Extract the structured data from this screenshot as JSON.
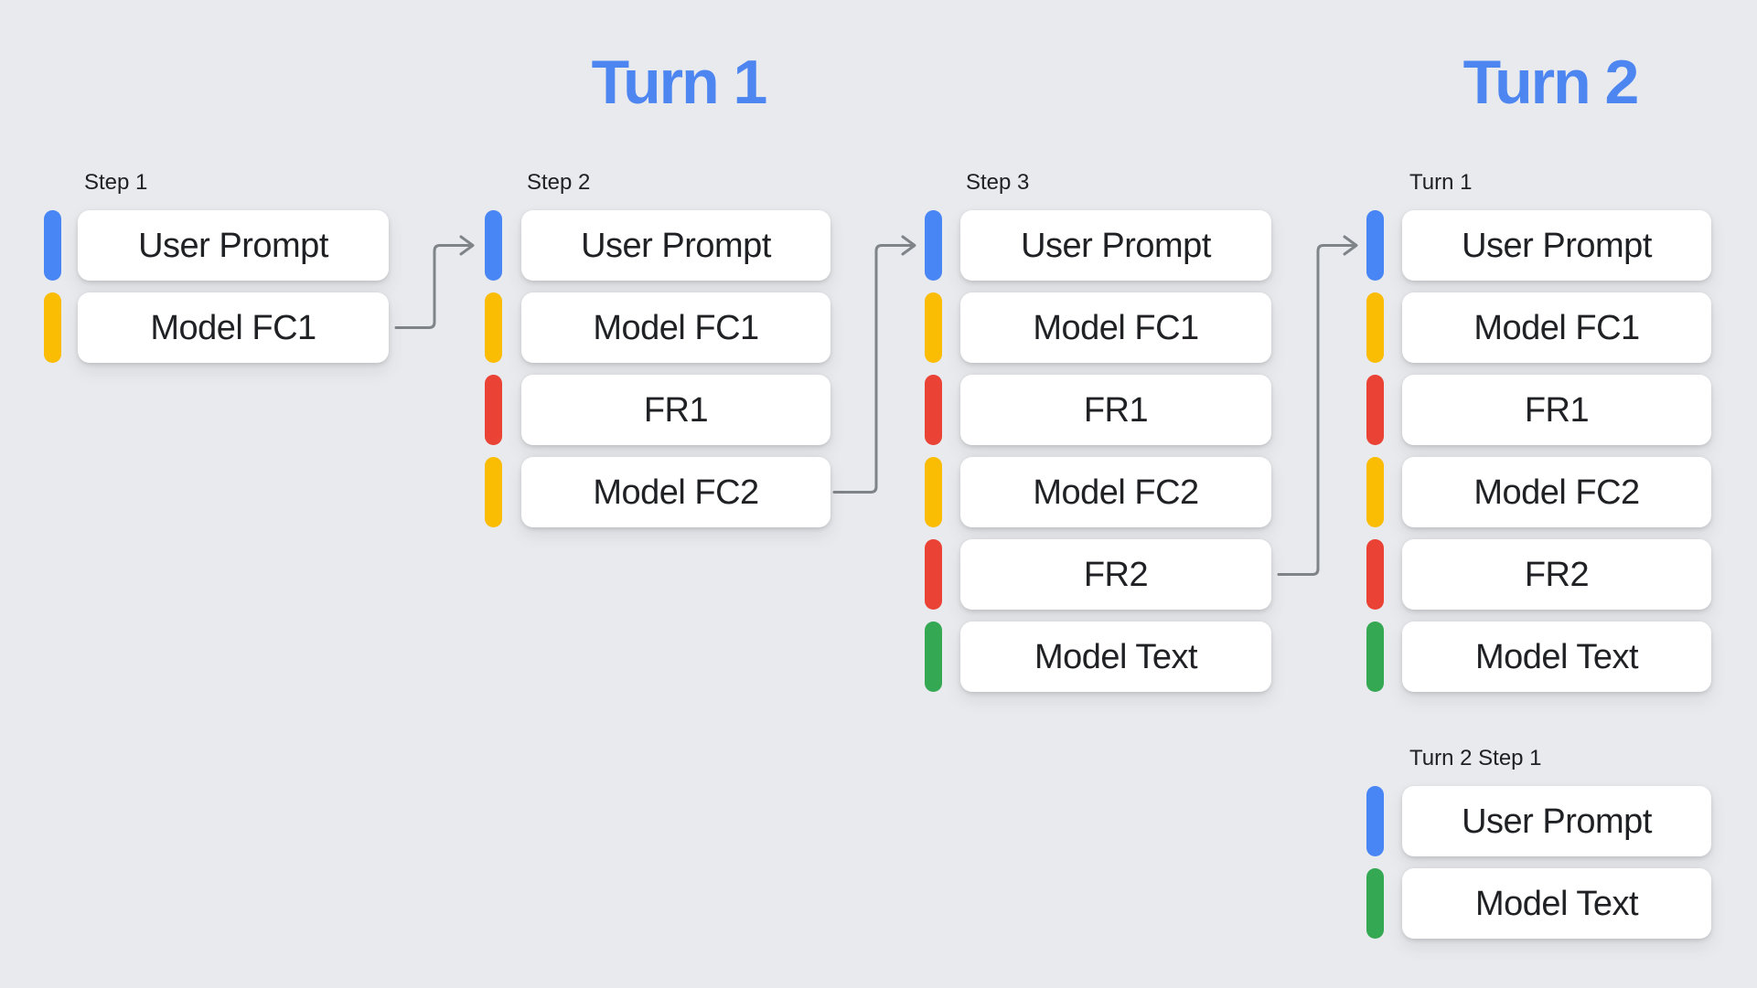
{
  "headers": {
    "turn1": "Turn 1",
    "turn2": "Turn 2"
  },
  "palette": {
    "background": "#E9EAEE",
    "title_blue": "#4D86F0",
    "user_prompt_blue": "#4885F5",
    "model_fc_yellow": "#FBBC04",
    "function_response_red": "#EA4335",
    "model_text_green": "#34A853",
    "arrow_gray": "#7F8488",
    "card_white": "#FFFFFF",
    "text_dark": "#202124"
  },
  "groups": [
    {
      "label": "Step 1",
      "items": [
        {
          "name": "user-prompt",
          "color": "user_prompt_blue",
          "text": "User Prompt"
        },
        {
          "name": "model-fc1",
          "color": "model_fc_yellow",
          "text": "Model FC1"
        }
      ]
    },
    {
      "label": "Step 2",
      "items": [
        {
          "name": "user-prompt",
          "color": "user_prompt_blue",
          "text": "User Prompt"
        },
        {
          "name": "model-fc1",
          "color": "model_fc_yellow",
          "text": "Model FC1"
        },
        {
          "name": "fr1",
          "color": "function_response_red",
          "text": "FR1"
        },
        {
          "name": "model-fc2",
          "color": "model_fc_yellow",
          "text": "Model FC2"
        }
      ]
    },
    {
      "label": "Step 3",
      "items": [
        {
          "name": "user-prompt",
          "color": "user_prompt_blue",
          "text": "User Prompt"
        },
        {
          "name": "model-fc1",
          "color": "model_fc_yellow",
          "text": "Model FC1"
        },
        {
          "name": "fr1",
          "color": "function_response_red",
          "text": "FR1"
        },
        {
          "name": "model-fc2",
          "color": "model_fc_yellow",
          "text": "Model FC2"
        },
        {
          "name": "fr2",
          "color": "function_response_red",
          "text": "FR2"
        },
        {
          "name": "model-text",
          "color": "model_text_green",
          "text": "Model Text"
        }
      ]
    },
    {
      "label": "Turn 1",
      "items": [
        {
          "name": "user-prompt",
          "color": "user_prompt_blue",
          "text": "User Prompt"
        },
        {
          "name": "model-fc1",
          "color": "model_fc_yellow",
          "text": "Model FC1"
        },
        {
          "name": "fr1",
          "color": "function_response_red",
          "text": "FR1"
        },
        {
          "name": "model-fc2",
          "color": "model_fc_yellow",
          "text": "Model FC2"
        },
        {
          "name": "fr2",
          "color": "function_response_red",
          "text": "FR2"
        },
        {
          "name": "model-text",
          "color": "model_text_green",
          "text": "Model Text"
        }
      ]
    },
    {
      "label": "Turn 2 Step 1",
      "items": [
        {
          "name": "user-prompt",
          "color": "user_prompt_blue",
          "text": "User Prompt"
        },
        {
          "name": "model-text",
          "color": "model_text_green",
          "text": "Model Text"
        }
      ]
    }
  ]
}
